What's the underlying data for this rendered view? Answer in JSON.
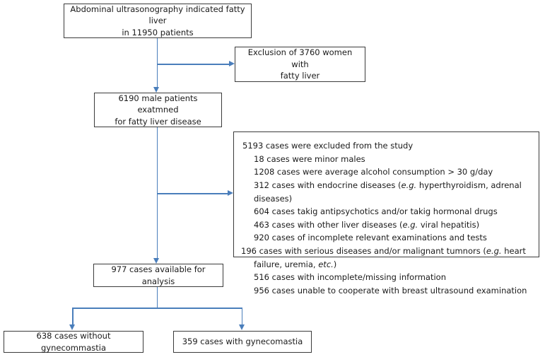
{
  "figure": {
    "type": "flowchart",
    "accent_color": "#4a7ebb",
    "box_border_color": "#3b3b3b",
    "text_color": "#1a1a1a"
  },
  "nodes": {
    "top": {
      "label": "Abdominal ultrasonography indicated fatty liver\nin 11950 patients",
      "count": 11950
    },
    "exclusion_women": {
      "label": "Exclusion of 3760 women with\nfatty liver",
      "count": 3760
    },
    "male_examined": {
      "label": "6190 male patients exatmned\nfor fatty liver disease",
      "count": 6190
    },
    "exclusion_main": {
      "heading": "5193 cases were excluded from the study",
      "count": 5193,
      "items": [
        {
          "text_before": "18 cases were minor males",
          "italic": "",
          "text_after": "",
          "count": 18
        },
        {
          "text_before": "1208 cases were average alcohol consumption > 30 g/day",
          "italic": "",
          "text_after": "",
          "count": 1208
        },
        {
          "text_before": "312 cases with endocrine diseases (",
          "italic": "e.g.",
          "text_after": " hyperthyroidism, adrenal diseases)",
          "count": 312
        },
        {
          "text_before": "604 cases takig antipsychotics and/or takig hormonal drugs",
          "italic": "",
          "text_after": "",
          "count": 604
        },
        {
          "text_before": "463 cases with other liver diseases (",
          "italic": "e.g.",
          "text_after": " viral hepatitis)",
          "count": 463
        },
        {
          "text_before": "920 cases of incomplete relevant examinations and tests",
          "italic": "",
          "text_after": "",
          "count": 920
        },
        {
          "text_before": "196 cases with serious diseases and/or malignant tumnors (",
          "italic": "e.g.",
          "text_after": " heart failure, uremia, ",
          "italic2": "etc.",
          "text_after2": ")",
          "count": 196
        },
        {
          "text_before": "516 cases with incomplete/missing information",
          "italic": "",
          "text_after": "",
          "count": 516
        },
        {
          "text_before": "956 cases unable to cooperate with breast ultrasound examination",
          "italic": "",
          "text_after": "",
          "count": 956
        }
      ]
    },
    "analysis": {
      "label": "977 cases available for analysis",
      "count": 977
    },
    "without_gyneco": {
      "label": "638 cases without gynecommastia",
      "count": 638
    },
    "with_gyneco": {
      "label": "359 cases with gynecomastia",
      "count": 359
    }
  }
}
